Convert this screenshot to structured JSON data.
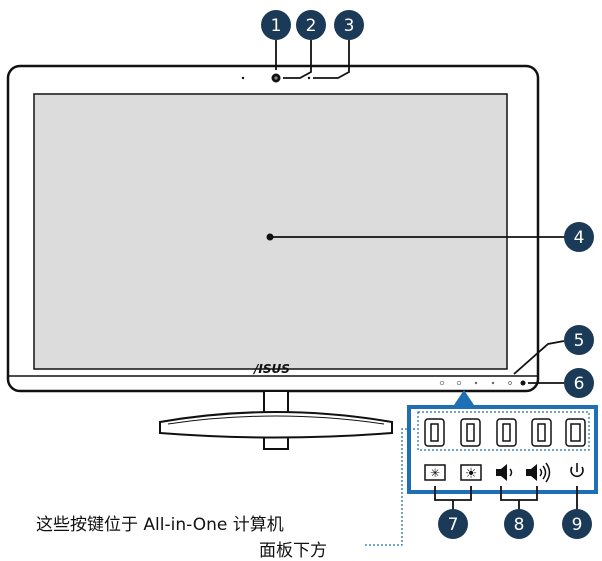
{
  "brand_logo_text": "/ISUS",
  "callouts": [
    "1",
    "2",
    "3",
    "4",
    "5",
    "6",
    "7",
    "8",
    "9"
  ],
  "caption": {
    "line1": "这些按键位于 All-in-One 计算机",
    "line2": "面板下方"
  },
  "colors": {
    "callout_fill": "#1b3a57",
    "screen": "#dcdcdc",
    "bezel_stroke": "#111111",
    "panel_highlight": "#1f6fb5",
    "leader_dotted": "#1f6fb5"
  },
  "icons": [
    "camera-lens-icon",
    "microphone-icon",
    "brightness-down-icon",
    "brightness-up-icon",
    "volume-down-icon",
    "volume-up-icon",
    "power-icon"
  ]
}
